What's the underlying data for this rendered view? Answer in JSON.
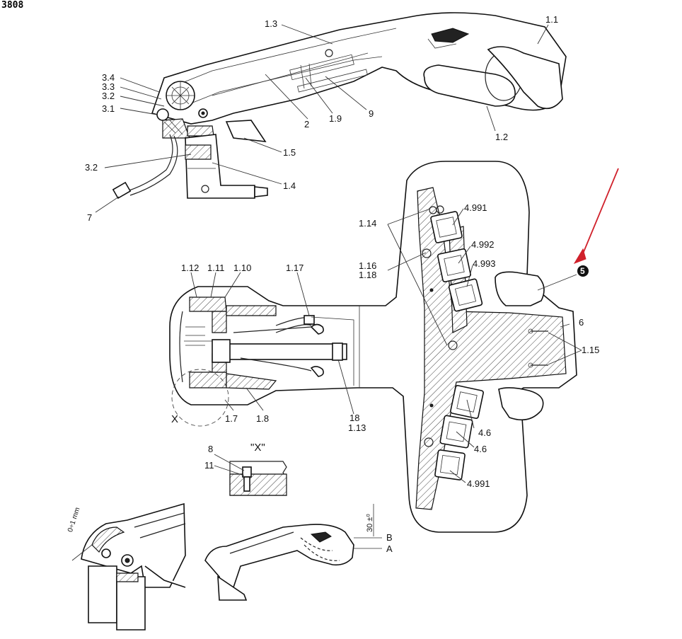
{
  "corner_id": "3808",
  "labels": {
    "l_1_1": "1.1",
    "l_1_2": "1.2",
    "l_1_3": "1.3",
    "l_3_4": "3.4",
    "l_3_3": "3.3",
    "l_3_2a": "3.2",
    "l_3_1": "3.1",
    "l_2": "2",
    "l_1_9": "1.9",
    "l_9": "9",
    "l_1_5": "1.5",
    "l_3_2b": "3.2",
    "l_1_4": "1.4",
    "l_7": "7",
    "l_1_14": "1.14",
    "l_4_991a": "4.991",
    "l_4_992": "4.992",
    "l_4_993": "4.993",
    "l_1_16": "1.16",
    "l_1_18": "1.18",
    "l_5": "5",
    "l_6": "6",
    "l_1_15": "1.15",
    "l_4_6a": "4.6",
    "l_4_6b": "4.6",
    "l_4_991b": "4.991",
    "l_1_12": "1.12",
    "l_1_11": "1.11",
    "l_1_10": "1.10",
    "l_1_17": "1.17",
    "l_x": "X",
    "l_1_7": "1.7",
    "l_1_8": "1.8",
    "l_18": "18",
    "l_1_13": "1.13",
    "l_8": "8",
    "l_11": "11",
    "l_detail_x": "\"X\"",
    "l_0_1mm": "0÷1 mm",
    "l_30deg": "30 ±⁰",
    "l_b": "B",
    "l_a": "A"
  },
  "colors": {
    "line": "#222222",
    "accent_arrow": "#d0212b",
    "badge": "#111111"
  }
}
